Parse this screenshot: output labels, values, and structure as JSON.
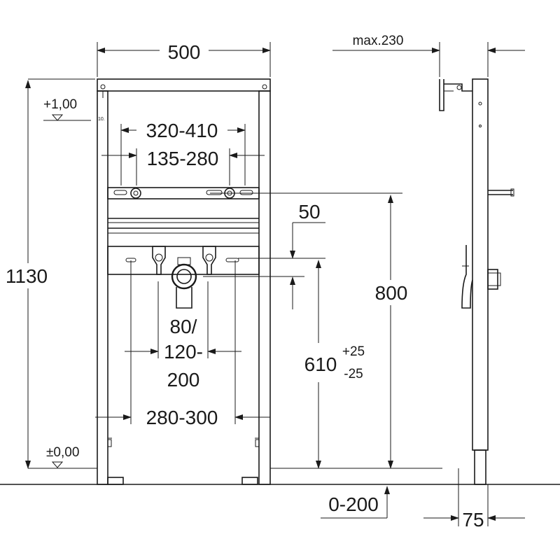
{
  "labels": {
    "width_frame": "500",
    "max_depth": "max.230",
    "level_top": "+1,00",
    "level_zero": "±0,00",
    "height_total": "1130",
    "spacing_outer": "320-410",
    "spacing_inner": "135-280",
    "offset_50": "50",
    "height_800": "800",
    "height_610": "610",
    "tol_plus": "+25",
    "tol_minus": "-25",
    "drain_1": "80/",
    "drain_2": "120-",
    "drain_3": "200",
    "foot_spacing": "280-300",
    "floor_adjust": "0-200",
    "depth_75": "75",
    "tiny_mark": "10."
  }
}
